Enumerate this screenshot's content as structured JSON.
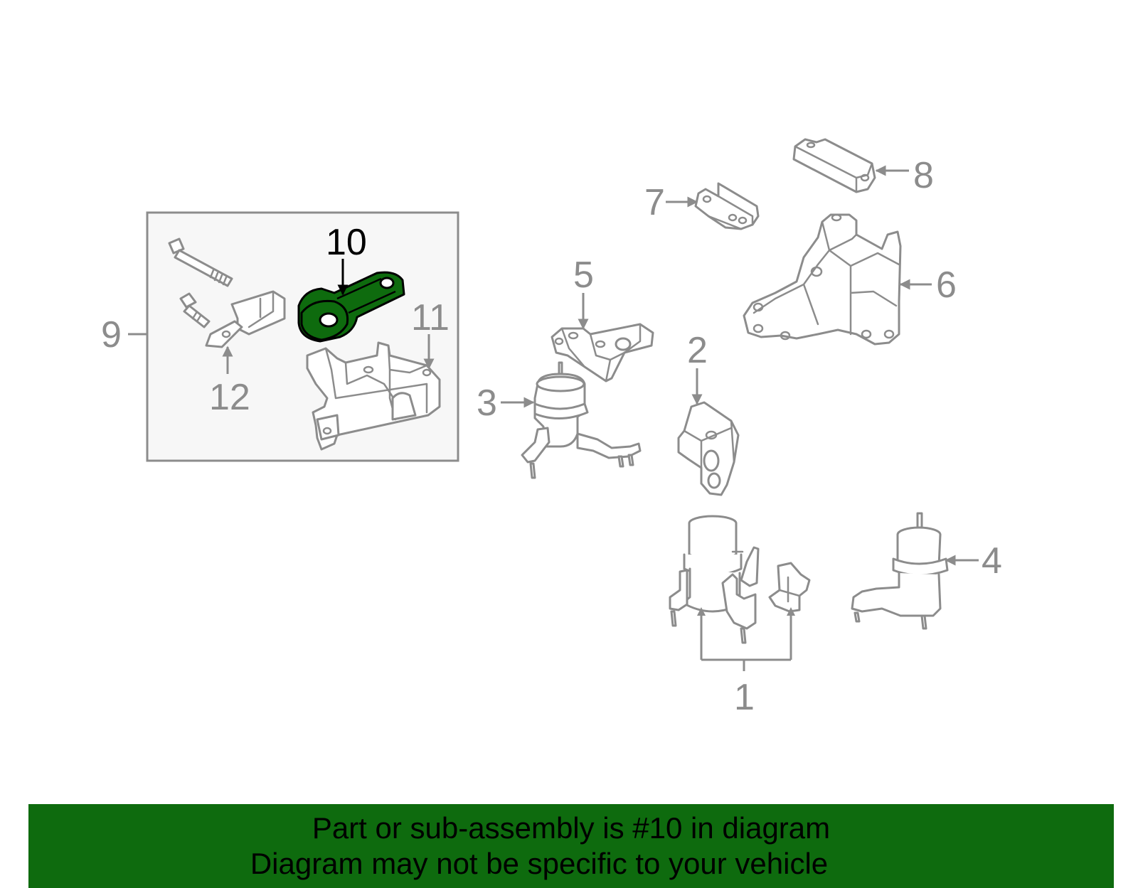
{
  "callouts": {
    "c1": "1",
    "c2": "2",
    "c3": "3",
    "c4": "4",
    "c5": "5",
    "c6": "6",
    "c7": "7",
    "c8": "8",
    "c9": "9",
    "c10": "10",
    "c11": "11",
    "c12": "12"
  },
  "highlight": {
    "part": "10",
    "color": "#0e6b0e"
  },
  "colors": {
    "line": "#8c8c8c",
    "inset_bg": "#f7f7f7",
    "banner_bg": "#0e6b0e"
  },
  "banner": {
    "line1": "Part or sub-assembly is #10 in diagram",
    "line2": "Diagram may not be specific to your vehicle"
  }
}
